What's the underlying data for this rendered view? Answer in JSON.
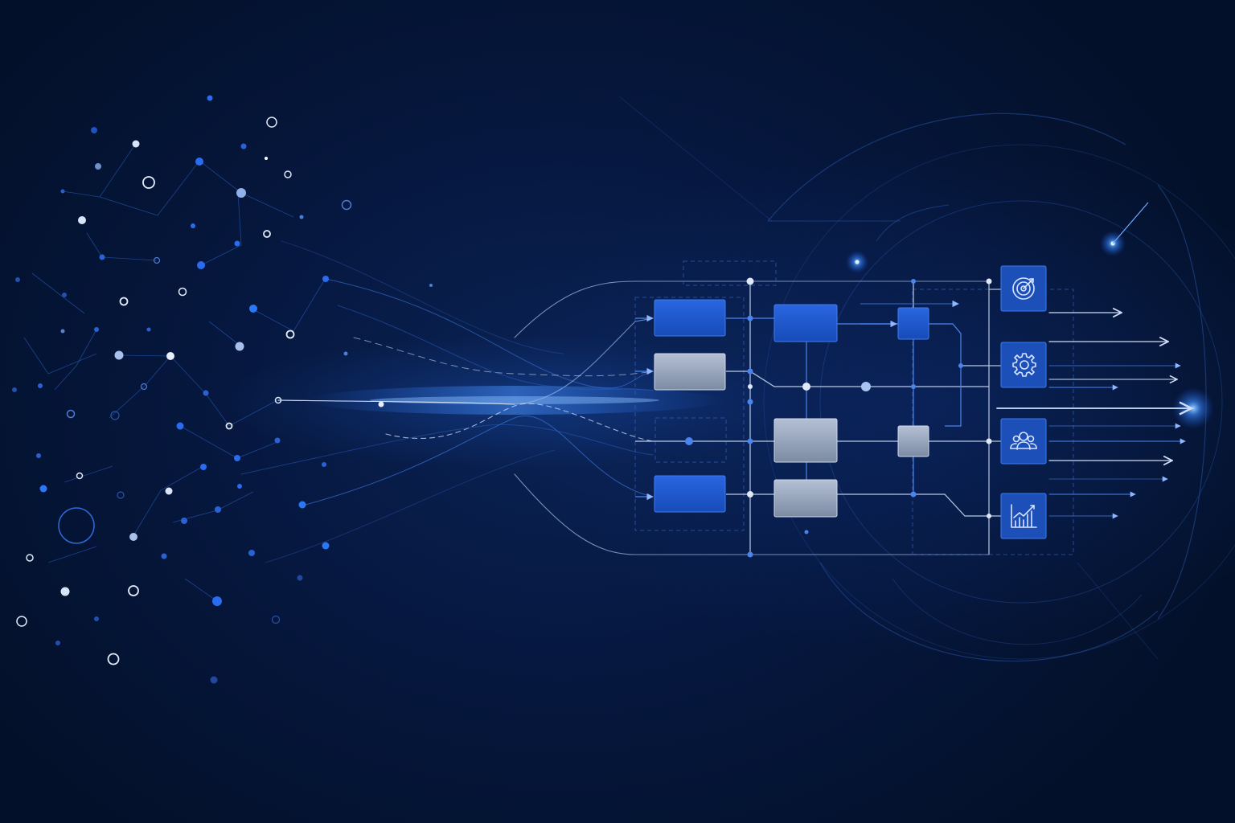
{
  "scene": {
    "description_free": true,
    "colors": {
      "background_dark": "#031029",
      "background_mid": "#0a2254",
      "accent_blue": "#2f6fe8",
      "block_blue": "#1d55c8",
      "block_gray": "#9aa8be",
      "line_light": "#b9c9e6",
      "node_white": "#dfe8f8"
    }
  },
  "flowchart": {
    "blocks": [
      {
        "id": "b1",
        "style": "blue"
      },
      {
        "id": "b2",
        "style": "gray"
      },
      {
        "id": "b3",
        "style": "blue"
      },
      {
        "id": "b4",
        "style": "blue"
      },
      {
        "id": "b5",
        "style": "gray"
      },
      {
        "id": "b6",
        "style": "gray"
      },
      {
        "id": "b7",
        "style": "blue"
      },
      {
        "id": "b8",
        "style": "gray"
      }
    ]
  },
  "output_icons": [
    {
      "name": "target-icon"
    },
    {
      "name": "gear-icon"
    },
    {
      "name": "team-icon"
    },
    {
      "name": "growth-chart-icon"
    }
  ]
}
